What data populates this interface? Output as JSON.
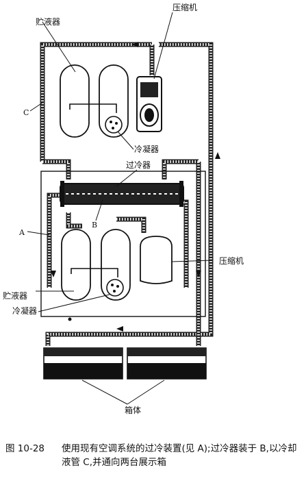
{
  "labels": {
    "compressor_top": "压缩机",
    "receiver_top": "贮液器",
    "condenser_top": "冷凝器",
    "subcooler": "过冷器",
    "compressor_mid": "压缩机",
    "receiver_mid": "贮液器",
    "condenser_mid": "冷凝器",
    "cabinet": "箱体"
  },
  "letters": {
    "a": "A",
    "b": "B",
    "c": "C"
  },
  "caption": {
    "number": "图 10-28",
    "text": "使用现有空调系统的过冷装置(见 A);过冷器装于 B,以冷却液管 C,并通向两台展示箱"
  },
  "colors": {
    "ink": "#111111",
    "paper": "#ffffff"
  }
}
